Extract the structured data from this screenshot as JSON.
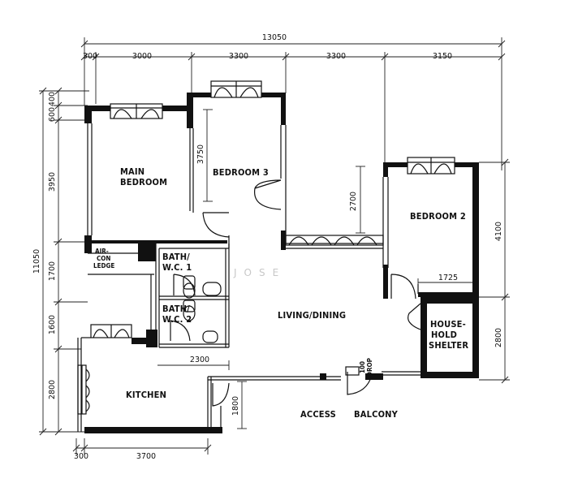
{
  "dimensions": {
    "overall_width": "13050",
    "top_segments": [
      "300",
      "3000",
      "3300",
      "3300",
      "3150"
    ],
    "left_overall": "11050",
    "left_segments_upper": [
      "400",
      "600",
      "3950"
    ],
    "left_segments_lower": [
      "1700",
      "1600",
      "2800"
    ],
    "bedroom3_height": "3750",
    "bedroom2_offset": "2700",
    "right_upper": "4100",
    "right_lower": "2800",
    "ledge_width": "1725",
    "bath_width": "2300",
    "kitchen_strip": "1800",
    "bottom_segments": [
      "300",
      "3700"
    ]
  },
  "rooms": {
    "main_bedroom": [
      "MAIN",
      "BEDROOM"
    ],
    "bedroom3": "BEDROOM 3",
    "bedroom2": "BEDROOM 2",
    "aircon_ledge": [
      "AIR-",
      "CON",
      "LEDGE"
    ],
    "bath1": [
      "BATH/",
      "W.C. 1"
    ],
    "bath2": [
      "BATH/",
      "W.C. 2"
    ],
    "living": "LIVING/DINING",
    "shelter": [
      "HOUSE-",
      "HOLD",
      "SHELTER"
    ],
    "kitchen": "KITCHEN",
    "access": "ACCESS",
    "balcony": "BALCONY",
    "drop": [
      "100",
      "DROP"
    ]
  },
  "watermark": "JOSE"
}
